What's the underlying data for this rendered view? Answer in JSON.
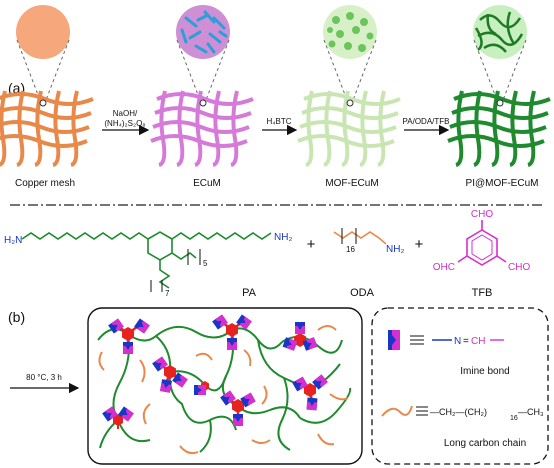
{
  "panel_a": {
    "label": "(a)",
    "stages": [
      {
        "name": "Copper mesh",
        "fill": "#f6a77c",
        "mesh": "#e8894a"
      },
      {
        "name": "ECuM",
        "fill": "#cf8fd4",
        "mesh": "#d67ad9"
      },
      {
        "name": "MOF-ECuM",
        "fill": "#d8f0c8",
        "mesh": "#c9e6b2"
      },
      {
        "name": "PI@MOF-ECuM",
        "fill": "#c7efc0",
        "mesh": "#1f8a2e"
      }
    ],
    "arrows": [
      {
        "top": "NaOH/",
        "bottom": "(NH₄)₂S₂O₈"
      },
      {
        "top": "H₄BTC",
        "bottom": ""
      },
      {
        "top": "PA/ODA/TFB",
        "bottom": ""
      }
    ]
  },
  "monomers": {
    "pa": {
      "name": "PA",
      "nh2_left": "H₂N",
      "nh2_right": "NH₂",
      "sub5": "5",
      "sub7": "7"
    },
    "plus1": "+",
    "oda": {
      "name": "ODA",
      "nh2": "NH₂",
      "sub16": "16"
    },
    "plus2": "+",
    "tfb": {
      "name": "TFB",
      "cho_top": "CHO",
      "cho_left": "OHC",
      "cho_right": "CHO"
    }
  },
  "panel_b": {
    "label": "(b)",
    "condition": "80 °C, 3 h",
    "legend": {
      "imine_label": "Imine bond",
      "imine_formula": {
        "n": "N",
        "eq": "=",
        "ch": "CH"
      },
      "chain_label": "Long carbon chain",
      "chain_formula": "—CH₂—(CH₂)",
      "chain_sub": "16",
      "chain_end": "—CH₃"
    }
  },
  "colors": {
    "green": "#1f8a2e",
    "orange": "#e8894a",
    "blue": "#1836c8",
    "magenta": "#d62fd0",
    "red": "#e8231f",
    "pink": "#e8366f"
  }
}
